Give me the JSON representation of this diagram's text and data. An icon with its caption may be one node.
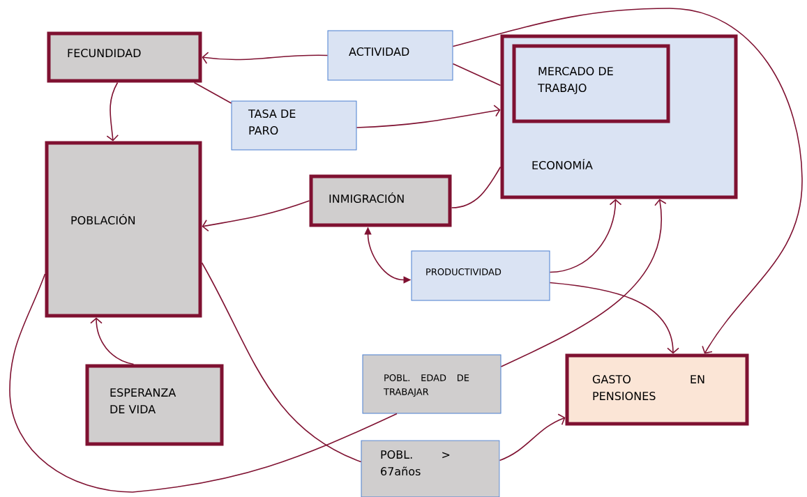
{
  "diagram": {
    "nodes": [
      {
        "text": [
          "FECUNDIDAD"
        ]
      },
      {
        "text": [
          "ACTIVIDAD"
        ]
      },
      {
        "text": [
          "ECONOMÍA"
        ]
      },
      {
        "text": [
          "MERCADO DE TRABAJO"
        ],
        "in": 2
      },
      {
        "text": [
          "TASA DE PARO"
        ]
      },
      {
        "text": [
          "POBLACIÓN"
        ]
      },
      {
        "text": [
          "INMIGRACIÓN"
        ]
      },
      {
        "text": [
          "PRODUCTIVIDAD"
        ]
      },
      {
        "text": [
          "ESPERANZA DE VIDA"
        ]
      },
      {
        "text": [
          "POBL. EDAD DE TRABAJAR"
        ]
      },
      {
        "text": [
          "GASTO EN PENSIONES"
        ]
      },
      {
        "text": [
          "POBL. > 67años"
        ]
      }
    ],
    "edges": [
      {
        "from": 1,
        "to": 0,
        "arrow": "to"
      },
      {
        "from": 1,
        "to": 2,
        "arrow": "none"
      },
      {
        "from": 1,
        "to": 10,
        "arrow": "to"
      },
      {
        "from": 0,
        "to": 5,
        "arrow": "to"
      },
      {
        "from": 0,
        "to": 4,
        "arrow": "none"
      },
      {
        "from": 4,
        "to": 2,
        "arrow": "to"
      },
      {
        "from": 6,
        "to": 5,
        "arrow": "to"
      },
      {
        "from": 6,
        "to": 2,
        "arrow": "none"
      },
      {
        "from": 6,
        "to": 7,
        "arrow": "both"
      },
      {
        "from": 7,
        "to": 2,
        "arrow": "to"
      },
      {
        "from": 7,
        "to": 10,
        "arrow": "to"
      },
      {
        "from": 9,
        "to": 2,
        "arrow": "to"
      },
      {
        "from": 8,
        "to": 5,
        "arrow": "to"
      },
      {
        "from": 5,
        "to": 11,
        "arrow": "none"
      },
      {
        "from": 11,
        "to": 10,
        "arrow": "to"
      },
      {
        "from": 5,
        "to": 9,
        "arrow": "none"
      }
    ]
  }
}
